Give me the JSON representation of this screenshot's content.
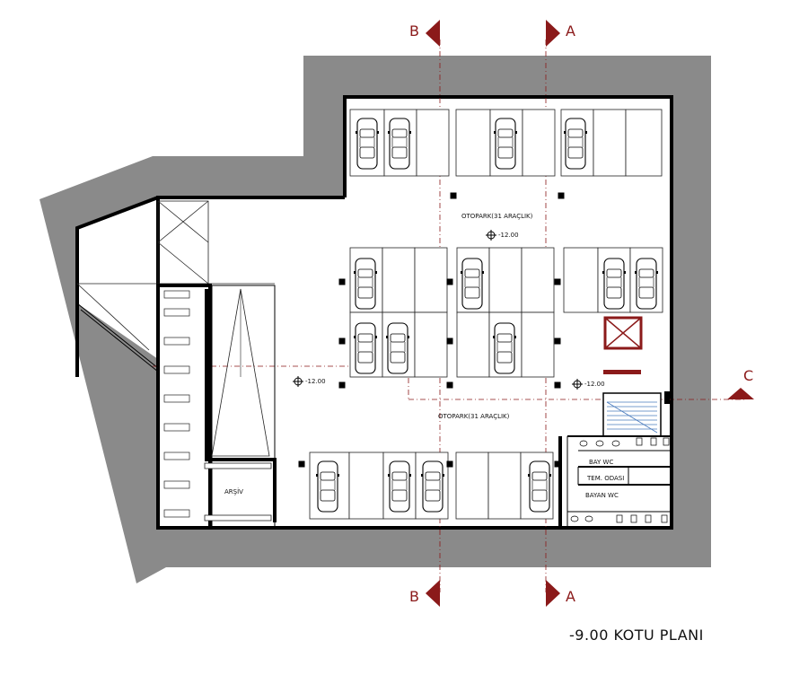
{
  "title": "-9.00 KOTU PLANI",
  "rooms": {
    "parking_top": "OTOPARK(31 ARAÇLIK)",
    "parking_bottom": "OTOPARK(31 ARAÇLIK)",
    "archive": "ARŞİV",
    "men_wc": "BAY WC",
    "cleaning_room": "TEM. ODASI",
    "women_wc": "BAYAN WC"
  },
  "levels": {
    "center": "-12.00",
    "left": "-12.00",
    "right": "-12.00"
  },
  "sections": {
    "b_top": "B",
    "a_top": "A",
    "b_bottom": "B",
    "a_bottom": "A",
    "c_right": "C"
  },
  "colors": {
    "wall_fill": "#8a8a8a",
    "wall_line": "#000000",
    "section_red": "#8b1a1a"
  }
}
